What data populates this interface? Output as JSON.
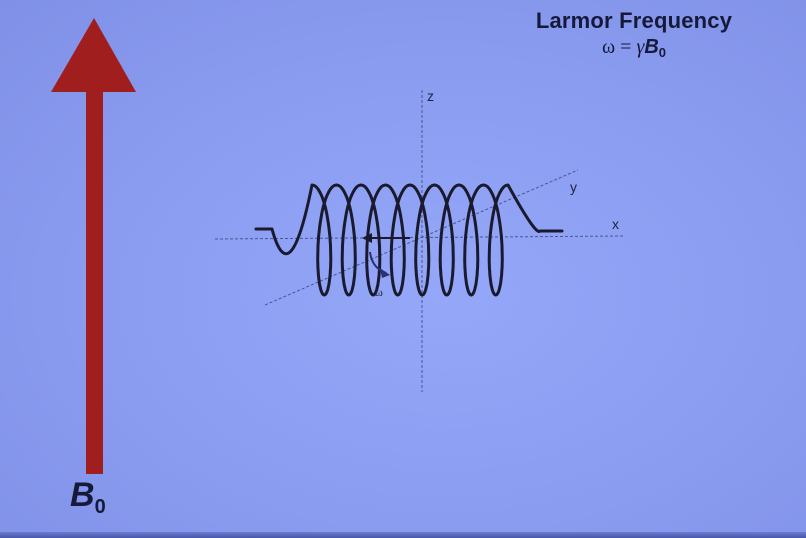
{
  "title": "Larmor Frequency",
  "formula": {
    "omega": "ω",
    "equals": "=",
    "gamma": "γ",
    "b": "B",
    "subscript": "0"
  },
  "field_label": {
    "b": "B",
    "subscript": "0"
  },
  "axes": {
    "z": "z",
    "y": "y",
    "x": "x"
  },
  "precession_label": "ω",
  "colors": {
    "background": "#8a9cf0",
    "arrow": "#a01e1e",
    "text": "#161a3a",
    "helix": "#1a1a2e",
    "axis": "#4a5590"
  },
  "helix": {
    "turns": 8
  }
}
